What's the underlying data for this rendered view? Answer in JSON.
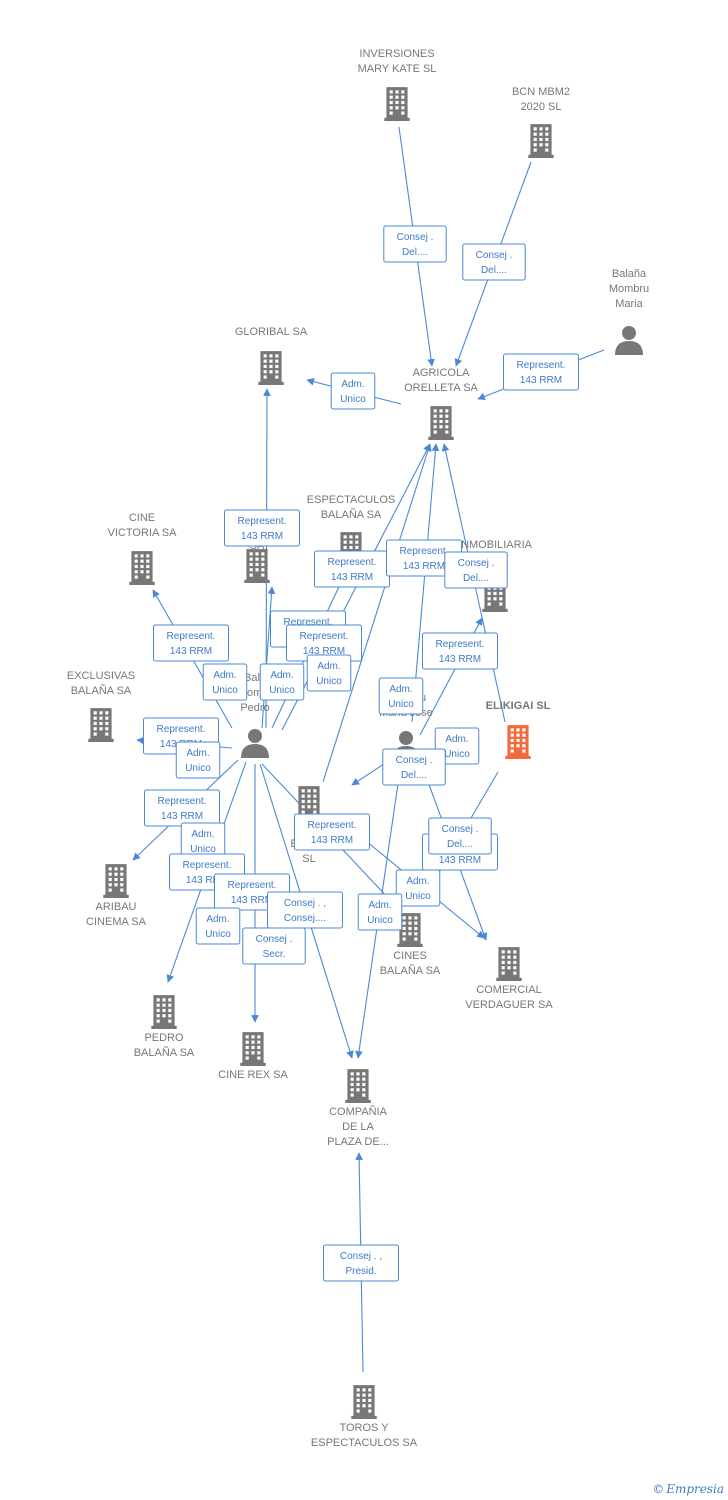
{
  "colors": {
    "edge": "#4a8ad4",
    "node": "#777777",
    "focus": "#f26a3d",
    "label_text": "#3d7bc7"
  },
  "nodes": [
    {
      "id": "inversiones",
      "type": "company",
      "label": [
        "INVERSIONES",
        "MARY KATE  SL"
      ]
    },
    {
      "id": "bcn",
      "type": "company",
      "label": [
        "BCN MBM2",
        "2020  SL"
      ]
    },
    {
      "id": "balana_maria",
      "type": "person",
      "label": [
        "Balaña",
        "Mombru",
        "Maria"
      ]
    },
    {
      "id": "gloribal",
      "type": "company",
      "label": [
        "GLORIBAL SA"
      ]
    },
    {
      "id": "agricola",
      "type": "company",
      "label": [
        "AGRICOLA",
        "ORELLETA SA"
      ]
    },
    {
      "id": "cine_victoria",
      "type": "company",
      "label": [
        "CINE",
        "VICTORIA SA"
      ]
    },
    {
      "id": "metro",
      "type": "company",
      "label": [
        "METR",
        " SA"
      ]
    },
    {
      "id": "espectaculos",
      "type": "company",
      "label": [
        "ESPECTACULOS",
        "BALAÑA SA"
      ]
    },
    {
      "id": "inmobiliaria",
      "type": "company",
      "label": [
        "INMOBILIARIA",
        " SA"
      ]
    },
    {
      "id": "exclusivas",
      "type": "company",
      "label": [
        "EXCLUSIVAS",
        "BALAÑA SA"
      ]
    },
    {
      "id": "pedro_p",
      "type": "person",
      "label": [
        "Bala",
        "Mombr",
        "Pedro"
      ]
    },
    {
      "id": "mariajose",
      "type": "person",
      "label": [
        "Bala",
        "Mombru",
        "Maria Jose"
      ]
    },
    {
      "id": "elikigai",
      "type": "focus",
      "label": [
        "ELIKIGAI  SL"
      ]
    },
    {
      "id": "edificio",
      "type": "company",
      "label": [
        "EDIF",
        "ESPEC",
        "SL"
      ]
    },
    {
      "id": "aribau",
      "type": "company",
      "label": [
        "ARIBAU",
        "CINEMA SA"
      ]
    },
    {
      "id": "cines_balana",
      "type": "company",
      "label": [
        "CINES",
        "BALAÑA SA"
      ]
    },
    {
      "id": "comercial",
      "type": "company",
      "label": [
        "COMERCIAL",
        "VERDAGUER SA"
      ]
    },
    {
      "id": "pedro_sa",
      "type": "company",
      "label": [
        "PEDRO",
        "BALAÑA SA"
      ]
    },
    {
      "id": "cine_rex",
      "type": "company",
      "label": [
        "CINE REX SA"
      ]
    },
    {
      "id": "compania",
      "type": "company",
      "label": [
        "COMPAÑIA",
        "DE LA",
        "PLAZA DE..."
      ]
    },
    {
      "id": "toros",
      "type": "company",
      "label": [
        "TOROS Y",
        "ESPECTACULOS SA"
      ]
    }
  ],
  "edges": [
    {
      "from": "inversiones",
      "to": "agricola"
    },
    {
      "from": "bcn",
      "to": "agricola"
    },
    {
      "from": "balana_maria",
      "to": "agricola"
    },
    {
      "from": "agricola",
      "to": "gloribal"
    },
    {
      "from": "pedro_p",
      "to": "gloribal"
    },
    {
      "from": "pedro_p",
      "to": "cine_victoria"
    },
    {
      "from": "pedro_p",
      "to": "metro"
    },
    {
      "from": "pedro_p",
      "to": "espectaculos"
    },
    {
      "from": "pedro_p",
      "to": "exclusivas"
    },
    {
      "from": "pedro_p",
      "to": "aribau"
    },
    {
      "from": "pedro_p",
      "to": "pedro_sa"
    },
    {
      "from": "pedro_p",
      "to": "cine_rex"
    },
    {
      "from": "pedro_p",
      "to": "compania"
    },
    {
      "from": "pedro_p",
      "to": "cines_balana"
    },
    {
      "from": "pedro_p",
      "to": "agricola"
    },
    {
      "from": "edificio",
      "to": "agricola"
    },
    {
      "from": "mariajose",
      "to": "agricola"
    },
    {
      "from": "mariajose",
      "to": "inmobiliaria"
    },
    {
      "from": "mariajose",
      "to": "edificio"
    },
    {
      "from": "mariajose",
      "to": "compania"
    },
    {
      "from": "mariajose",
      "to": "comercial"
    },
    {
      "from": "elikigai",
      "to": "agricola"
    },
    {
      "from": "elikigai",
      "to": "cines_balana"
    },
    {
      "from": "edificio",
      "to": "comercial"
    },
    {
      "from": "toros",
      "to": "compania"
    }
  ],
  "relation_labels": [
    {
      "lines": [
        "Consej .",
        "Del...."
      ]
    },
    {
      "lines": [
        "Consej .",
        "Del...."
      ]
    },
    {
      "lines": [
        "Represent.",
        "143 RRM"
      ]
    },
    {
      "lines": [
        "Adm.",
        "Unico"
      ]
    },
    {
      "lines": [
        "Represent.",
        "143 RRM"
      ]
    },
    {
      "lines": [
        "Represent.",
        "143 RRM"
      ]
    },
    {
      "lines": [
        "Represent.",
        "143 RRM"
      ]
    },
    {
      "lines": [
        "Consej .",
        "Del...."
      ]
    },
    {
      "lines": [
        "Represent.",
        "143 RRM"
      ]
    },
    {
      "lines": [
        "Represent.",
        "143 RRM"
      ]
    },
    {
      "lines": [
        "Represent.",
        "143 RRM"
      ]
    },
    {
      "lines": [
        "Adm.",
        "Unico"
      ]
    },
    {
      "lines": [
        "Adm.",
        "Unico"
      ]
    },
    {
      "lines": [
        "Adm.",
        "Unico"
      ]
    },
    {
      "lines": [
        "Represent.",
        "143 RRM"
      ]
    },
    {
      "lines": [
        "Adm.",
        "Unico"
      ]
    },
    {
      "lines": [
        "Represent.",
        "143 RRM"
      ]
    },
    {
      "lines": [
        "Adm.",
        "Unico"
      ]
    },
    {
      "lines": [
        "Adm.",
        "Unico"
      ]
    },
    {
      "lines": [
        "Consej .",
        "Del...."
      ]
    },
    {
      "lines": [
        "Represent.",
        "143 RRM"
      ]
    },
    {
      "lines": [
        "Adm.",
        "Unico"
      ]
    },
    {
      "lines": [
        "Represent.",
        "143 RRM"
      ]
    },
    {
      "lines": [
        "Represent.",
        "143 RRM"
      ]
    },
    {
      "lines": [
        "Represent.",
        "143 RRM"
      ]
    },
    {
      "lines": [
        "Consej .",
        "Del...."
      ]
    },
    {
      "lines": [
        "Represent.",
        "143 RRM"
      ]
    },
    {
      "lines": [
        "Consej . ,",
        "Consej...."
      ]
    },
    {
      "lines": [
        "Adm.",
        "Unico"
      ]
    },
    {
      "lines": [
        "Consej .",
        "Secr."
      ]
    },
    {
      "lines": [
        "Adm.",
        "Unico"
      ]
    },
    {
      "lines": [
        "Adm.",
        "Unico"
      ]
    },
    {
      "lines": [
        "Consej . ,",
        "Presid."
      ]
    }
  ],
  "footer": {
    "copyright": "©",
    "brand": "Empresia"
  }
}
